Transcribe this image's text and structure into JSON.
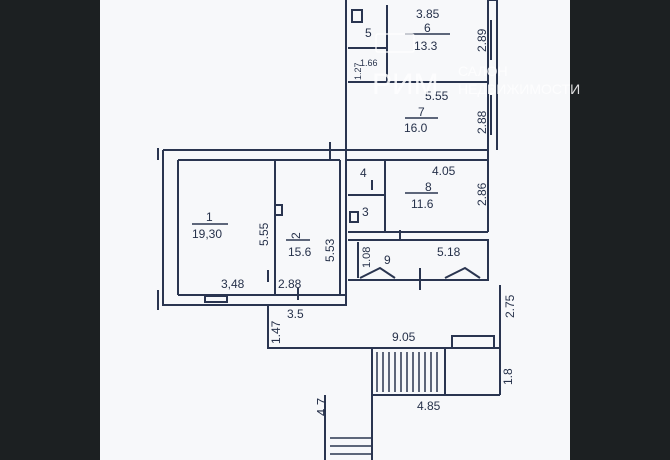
{
  "plan": {
    "rooms": [
      {
        "id": "1",
        "area": "19,30"
      },
      {
        "id": "2",
        "area": "15.6"
      },
      {
        "id": "3"
      },
      {
        "id": "4"
      },
      {
        "id": "5"
      },
      {
        "id": "6",
        "area": "13.3"
      },
      {
        "id": "7",
        "area": "16.0"
      },
      {
        "id": "8",
        "area": "11.6"
      },
      {
        "id": "9"
      }
    ],
    "dimensions": {
      "d_3_85": "3.85",
      "d_2_89": "2.89",
      "d_1_27": "1.27",
      "d_1_66": "1.66",
      "d_5_55_top": "5.55",
      "d_2_88_right": "2.88",
      "d_4_05": "4.05",
      "d_2_86": "2.86",
      "d_5_55_left": "5.55",
      "d_5_53": "5.53",
      "d_1_08": "1.08",
      "d_5_18": "5.18",
      "d_3_48": "3,48",
      "d_2_88_bottom": "2.88",
      "d_3_5": "3.5",
      "d_1_47": "1.47",
      "d_9_05": "9.05",
      "d_2_75": "2.75",
      "d_1_8": "1.8",
      "d_4_7": "4.7",
      "d_4_85": "4.85"
    }
  },
  "watermark": {
    "brand": "РИМ",
    "line1": "САЛОН",
    "line2": "НЕДВИЖИМОСТИ"
  },
  "colors": {
    "paper": "#f7f8fa",
    "ink": "#2a3550",
    "dark_margin": "#1c2022"
  }
}
